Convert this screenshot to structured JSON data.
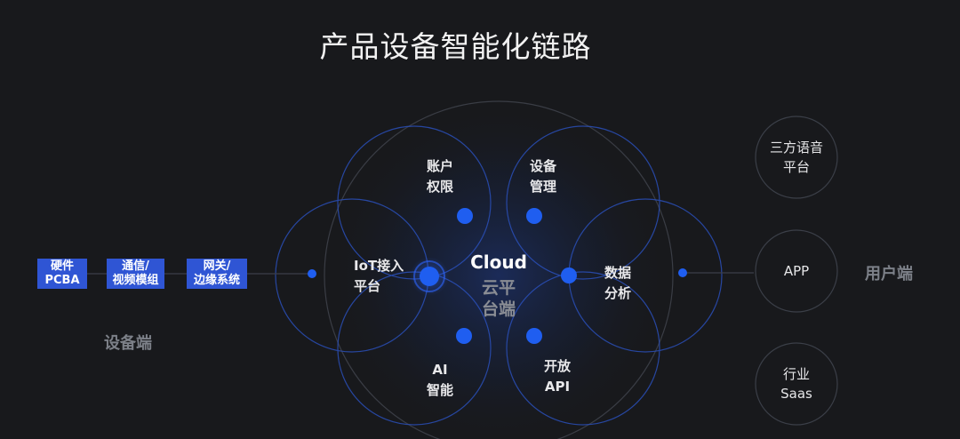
{
  "title": "产品设备智能化链路",
  "device_side": {
    "label": "设备端",
    "boxes": [
      {
        "line1": "硬件",
        "line2": "PCBA"
      },
      {
        "line1": "通信/",
        "line2": "视频模组"
      },
      {
        "line1": "网关/",
        "line2": "边缘系统"
      }
    ]
  },
  "cloud": {
    "name": "Cloud",
    "cn_line1": "云平",
    "cn_line2": "台端",
    "nodes": {
      "account": {
        "line1": "账户",
        "line2": "权限"
      },
      "device_mgmt": {
        "line1": "设备",
        "line2": "管理"
      },
      "iot": {
        "line1": "IoT接入",
        "line2": "平台"
      },
      "data": {
        "line1": "数据",
        "line2": "分析"
      },
      "ai": {
        "line1": "AI",
        "line2": "智能"
      },
      "api": {
        "line1": "开放",
        "line2": "API"
      }
    }
  },
  "user_side": {
    "label": "用户端",
    "circles": [
      {
        "line1": "三方语音",
        "line2": "平台"
      },
      {
        "line1": "APP",
        "line2": ""
      },
      {
        "line1": "行业",
        "line2": "Saas"
      }
    ]
  },
  "colors": {
    "background": "#18191c",
    "accent_blue": "#2f55d4",
    "node_blue": "#1f5ef0",
    "muted_text": "#7c8088"
  }
}
